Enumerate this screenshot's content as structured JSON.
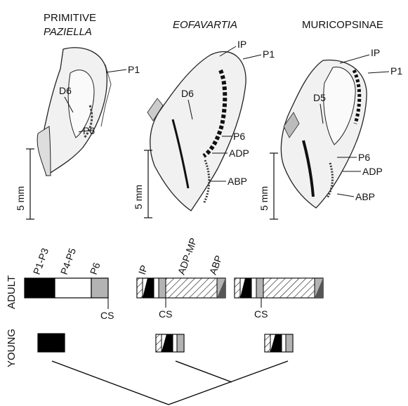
{
  "columns": [
    {
      "title_line1": "PRIMITIVE",
      "title_line2": "PAZIELLA",
      "scale": "5 mm",
      "labels": [
        "P1",
        "D6",
        "P6"
      ]
    },
    {
      "title_line1": "EOFAVARTIA",
      "scale": "5 mm",
      "labels": [
        "IP",
        "P1",
        "D6",
        "P6",
        "ADP",
        "ABP"
      ]
    },
    {
      "title_line1": "MURICOPSINAE",
      "scale": "5 mm",
      "labels": [
        "IP",
        "P1",
        "D5",
        "P6",
        "ADP",
        "ABP"
      ]
    }
  ],
  "rows": {
    "adult": "ADULT",
    "young": "YOUNG"
  },
  "bar_labels": {
    "p1p3": "P1-P3",
    "p4p5": "P4-P5",
    "p6": "P6",
    "ip": "IP",
    "adpmp": "ADP-MP",
    "abp": "ABP",
    "cs1": "CS",
    "cs2": "CS",
    "cs3": "CS"
  },
  "colors": {
    "black": "#000000",
    "gray": "#b3b3b3",
    "white": "#ffffff",
    "hatch": "#333333"
  }
}
